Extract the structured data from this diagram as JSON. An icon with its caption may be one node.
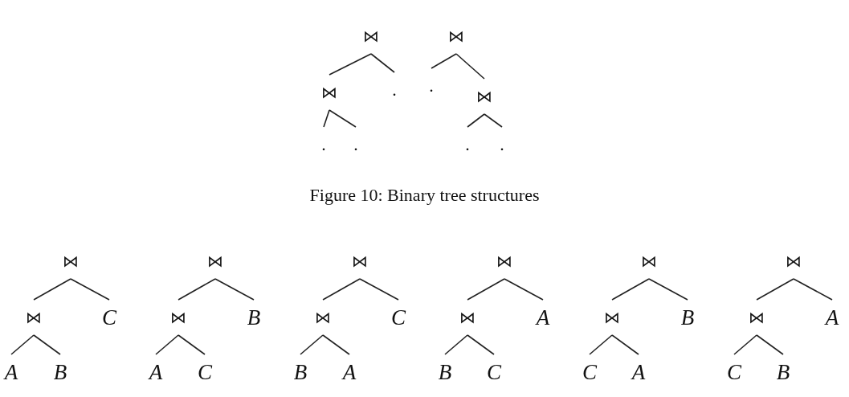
{
  "diagram": {
    "caption": "Figure 10: Binary tree structures",
    "nodes": [
      {
        "text": [
          "⋈"
        ]
      },
      {
        "text": [
          "⋈"
        ]
      },
      {
        "text": [
          "."
        ]
      },
      {
        "text": [
          "."
        ]
      },
      {
        "text": [
          "."
        ]
      },
      {
        "text": [
          "⋈"
        ]
      },
      {
        "text": [
          "."
        ]
      },
      {
        "text": [
          "⋈"
        ]
      },
      {
        "text": [
          "."
        ]
      },
      {
        "text": [
          "."
        ]
      },
      {
        "text": [
          "⋈"
        ]
      },
      {
        "text": [
          "⋈"
        ]
      },
      {
        "text": [
          "C"
        ]
      },
      {
        "text": [
          "A"
        ]
      },
      {
        "text": [
          "B"
        ]
      },
      {
        "text": [
          "⋈"
        ]
      },
      {
        "text": [
          "⋈"
        ]
      },
      {
        "text": [
          "B"
        ]
      },
      {
        "text": [
          "A"
        ]
      },
      {
        "text": [
          "C"
        ]
      },
      {
        "text": [
          "⋈"
        ]
      },
      {
        "text": [
          "⋈"
        ]
      },
      {
        "text": [
          "C"
        ]
      },
      {
        "text": [
          "B"
        ]
      },
      {
        "text": [
          "A"
        ]
      },
      {
        "text": [
          "⋈"
        ]
      },
      {
        "text": [
          "⋈"
        ]
      },
      {
        "text": [
          "A"
        ]
      },
      {
        "text": [
          "B"
        ]
      },
      {
        "text": [
          "C"
        ]
      },
      {
        "text": [
          "⋈"
        ]
      },
      {
        "text": [
          "⋈"
        ]
      },
      {
        "text": [
          "B"
        ]
      },
      {
        "text": [
          "C"
        ]
      },
      {
        "text": [
          "A"
        ]
      },
      {
        "text": [
          "⋈"
        ]
      },
      {
        "text": [
          "⋈"
        ]
      },
      {
        "text": [
          "A"
        ]
      },
      {
        "text": [
          "C"
        ]
      },
      {
        "text": [
          "B"
        ]
      }
    ],
    "edges": [
      {
        "from": 0,
        "to": 1,
        "arrow": "none"
      },
      {
        "from": 0,
        "to": 2,
        "arrow": "none"
      },
      {
        "from": 1,
        "to": 3,
        "arrow": "none"
      },
      {
        "from": 1,
        "to": 4,
        "arrow": "none"
      },
      {
        "from": 5,
        "to": 6,
        "arrow": "none"
      },
      {
        "from": 5,
        "to": 7,
        "arrow": "none"
      },
      {
        "from": 7,
        "to": 8,
        "arrow": "none"
      },
      {
        "from": 7,
        "to": 9,
        "arrow": "none"
      },
      {
        "from": 10,
        "to": 11,
        "arrow": "none"
      },
      {
        "from": 10,
        "to": 12,
        "arrow": "none"
      },
      {
        "from": 11,
        "to": 13,
        "arrow": "none"
      },
      {
        "from": 11,
        "to": 14,
        "arrow": "none"
      },
      {
        "from": 15,
        "to": 16,
        "arrow": "none"
      },
      {
        "from": 15,
        "to": 17,
        "arrow": "none"
      },
      {
        "from": 16,
        "to": 18,
        "arrow": "none"
      },
      {
        "from": 16,
        "to": 19,
        "arrow": "none"
      },
      {
        "from": 20,
        "to": 21,
        "arrow": "none"
      },
      {
        "from": 20,
        "to": 22,
        "arrow": "none"
      },
      {
        "from": 21,
        "to": 23,
        "arrow": "none"
      },
      {
        "from": 21,
        "to": 24,
        "arrow": "none"
      },
      {
        "from": 25,
        "to": 26,
        "arrow": "none"
      },
      {
        "from": 25,
        "to": 27,
        "arrow": "none"
      },
      {
        "from": 26,
        "to": 28,
        "arrow": "none"
      },
      {
        "from": 26,
        "to": 29,
        "arrow": "none"
      },
      {
        "from": 30,
        "to": 31,
        "arrow": "none"
      },
      {
        "from": 30,
        "to": 32,
        "arrow": "none"
      },
      {
        "from": 31,
        "to": 33,
        "arrow": "none"
      },
      {
        "from": 31,
        "to": 34,
        "arrow": "none"
      },
      {
        "from": 35,
        "to": 36,
        "arrow": "none"
      },
      {
        "from": 35,
        "to": 37,
        "arrow": "none"
      },
      {
        "from": 36,
        "to": 38,
        "arrow": "none"
      },
      {
        "from": 36,
        "to": 39,
        "arrow": "none"
      }
    ]
  }
}
